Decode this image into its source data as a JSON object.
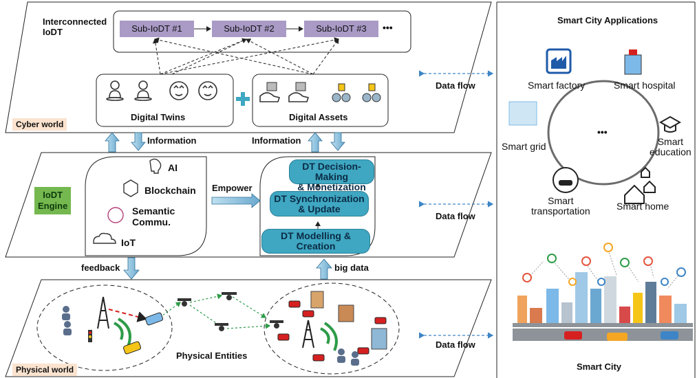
{
  "cyber": {
    "tag": "Cyber world",
    "interconnected_l1": "Interconnected",
    "interconnected_l2": "IoDT",
    "subs": [
      "Sub-IoDT #1",
      "Sub-IoDT #2",
      "Sub-IoDT #3"
    ],
    "ellipsis": "•••",
    "digital_twins": "Digital Twins",
    "digital_assets": "Digital Assets",
    "plus": "+"
  },
  "mid": {
    "information_left": "Information",
    "information_right": "Information",
    "feedback": "feedback",
    "big_data": "big data"
  },
  "engine": {
    "tag_l1": "IoDT",
    "tag_l2": "Engine",
    "ai": "AI",
    "blockchain": "Blockchain",
    "semantic_l1": "Semantic",
    "semantic_l2": "Commu.",
    "iot": "IoT",
    "empower": "Empower",
    "dt_decision_l1": "DT Decision-Making",
    "dt_decision_l2": "& Monetization",
    "dt_sync_l1": "DT Synchronization",
    "dt_sync_l2": "& Update",
    "dt_model_l1": "DT Modelling &",
    "dt_model_l2": "Creation"
  },
  "physical": {
    "tag": "Physical world",
    "entities": "Physical Entities"
  },
  "flows": [
    "Data flow",
    "Data flow",
    "Data flow"
  ],
  "city": {
    "title": "Smart City Applications",
    "factory": "Smart factory",
    "hospital": "Smart hospital",
    "grid": "Smart grid",
    "center": "•••",
    "education_l1": "Smart",
    "education_l2": "education",
    "transport_l1": "Smart",
    "transport_l2": "transportation",
    "home": "Smart home",
    "smart_city": "Smart City"
  },
  "colors": {
    "sub_box": "#a99ac6",
    "teal": "#3fa7c2",
    "engine_tag": "#74b84f",
    "world_tag": "#fbe3cf",
    "flow_arrow": "#3d85c6",
    "block_arrow": "#8ec3de"
  }
}
